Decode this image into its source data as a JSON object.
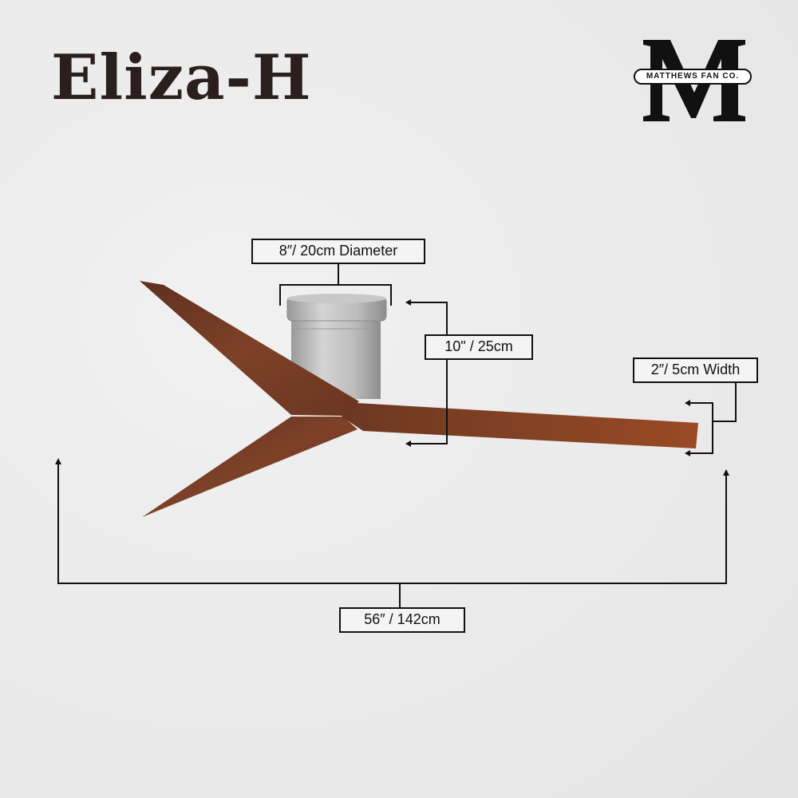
{
  "product": {
    "title": "Eliza-H"
  },
  "brand": {
    "logo_letter": "M",
    "logo_text": "MATTHEWS FAN CO."
  },
  "dimensions": {
    "diameter": "8″/ 20cm Diameter",
    "height": "10\" / 25cm",
    "blade_width": "2″/ 5cm Width",
    "span": "56″ / 142cm"
  },
  "colors": {
    "title": "#2a1f1c",
    "blade": "#7a3f24",
    "motor": "#b8b8b8"
  }
}
